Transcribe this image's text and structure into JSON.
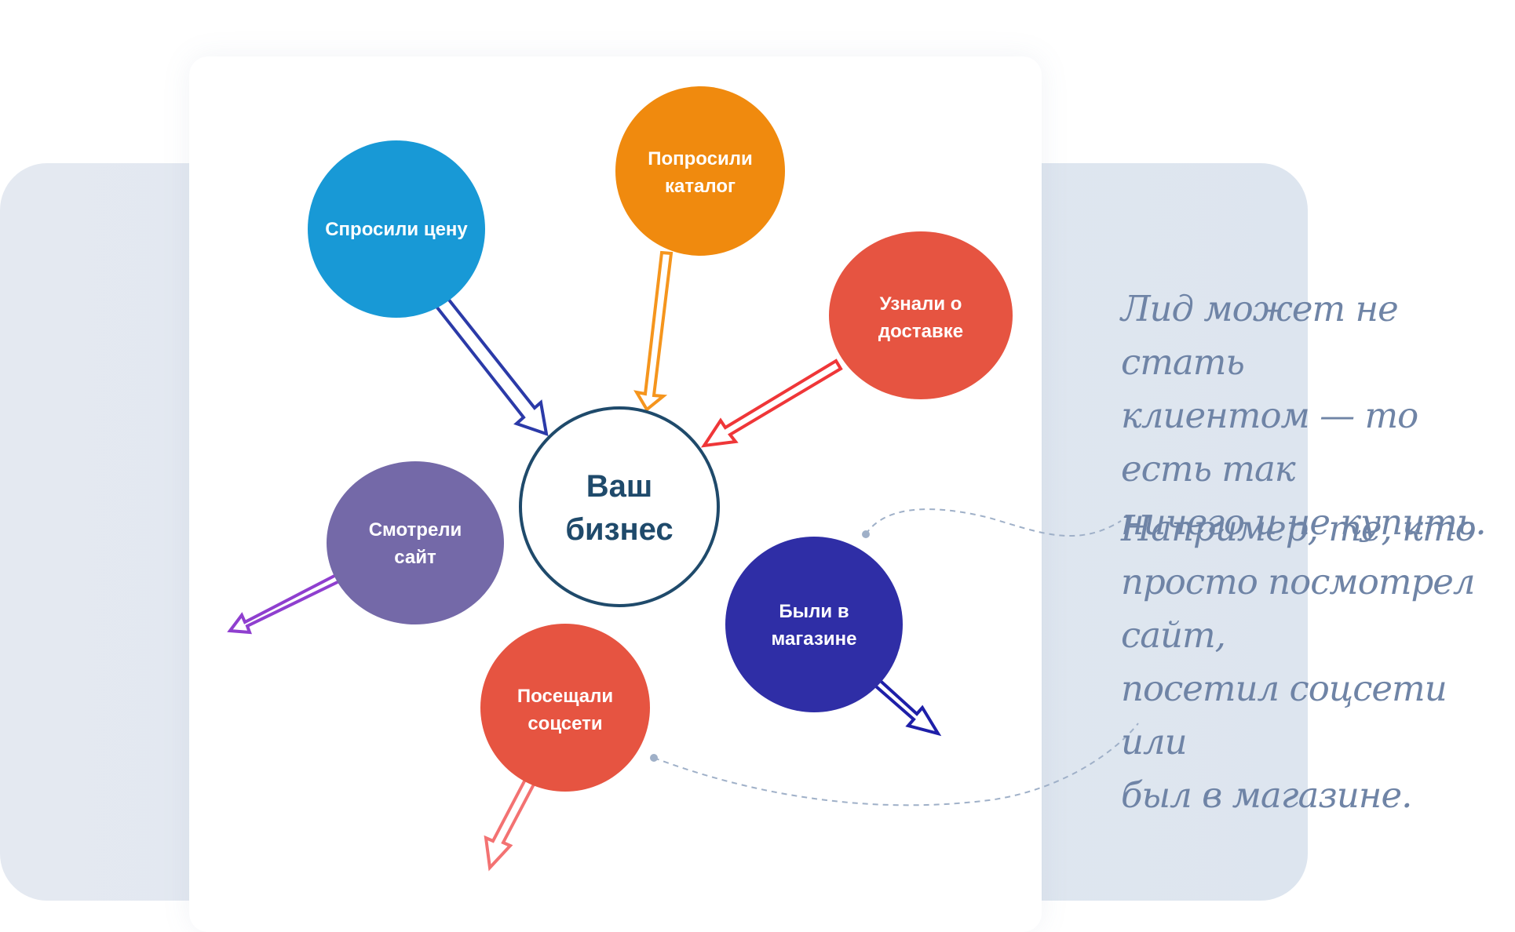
{
  "diagram": {
    "center": {
      "label_line1": "Ваш",
      "label_line2": "бизнес",
      "color": "#1f4a6b"
    },
    "nodes": [
      {
        "id": "asked-price",
        "lines": [
          "Спросили цену"
        ],
        "color": "#1899d6",
        "arrow_direction": "in",
        "arrow_color": "#2b3aa8"
      },
      {
        "id": "requested-catalog",
        "lines": [
          "Попросили",
          "каталог"
        ],
        "color": "#f08a0e",
        "arrow_direction": "in",
        "arrow_color": "#f5951d"
      },
      {
        "id": "learned-delivery",
        "lines": [
          "Узнали о",
          "доставке"
        ],
        "color": "#e65441",
        "arrow_direction": "in",
        "arrow_color": "#ef3638"
      },
      {
        "id": "viewed-site",
        "lines": [
          "Смотрели",
          "сайт"
        ],
        "color": "#7469a8",
        "arrow_direction": "out",
        "arrow_color": "#8f3fcf"
      },
      {
        "id": "were-in-store",
        "lines": [
          "Были в",
          "магазине"
        ],
        "color": "#2f2ea6",
        "arrow_direction": "out",
        "arrow_color": "#1e1fa8"
      },
      {
        "id": "visited-social",
        "lines": [
          "Посещали",
          "соцсети"
        ],
        "color": "#e65441",
        "arrow_direction": "out",
        "arrow_color": "#f37272"
      }
    ]
  },
  "notes": {
    "paragraph1": "Лид может не стать\nклиентом — то есть так\nничего и не купить.",
    "paragraph2": "Например, те, кто\nпросто посмотрел сайт,\nпосетил соцсети или\nбыл в магазине."
  },
  "colors": {
    "background_panel": "#e1e8f1",
    "card": "#ffffff",
    "note_text": "#6f84a6",
    "connector_line": "#9fb0c8"
  }
}
